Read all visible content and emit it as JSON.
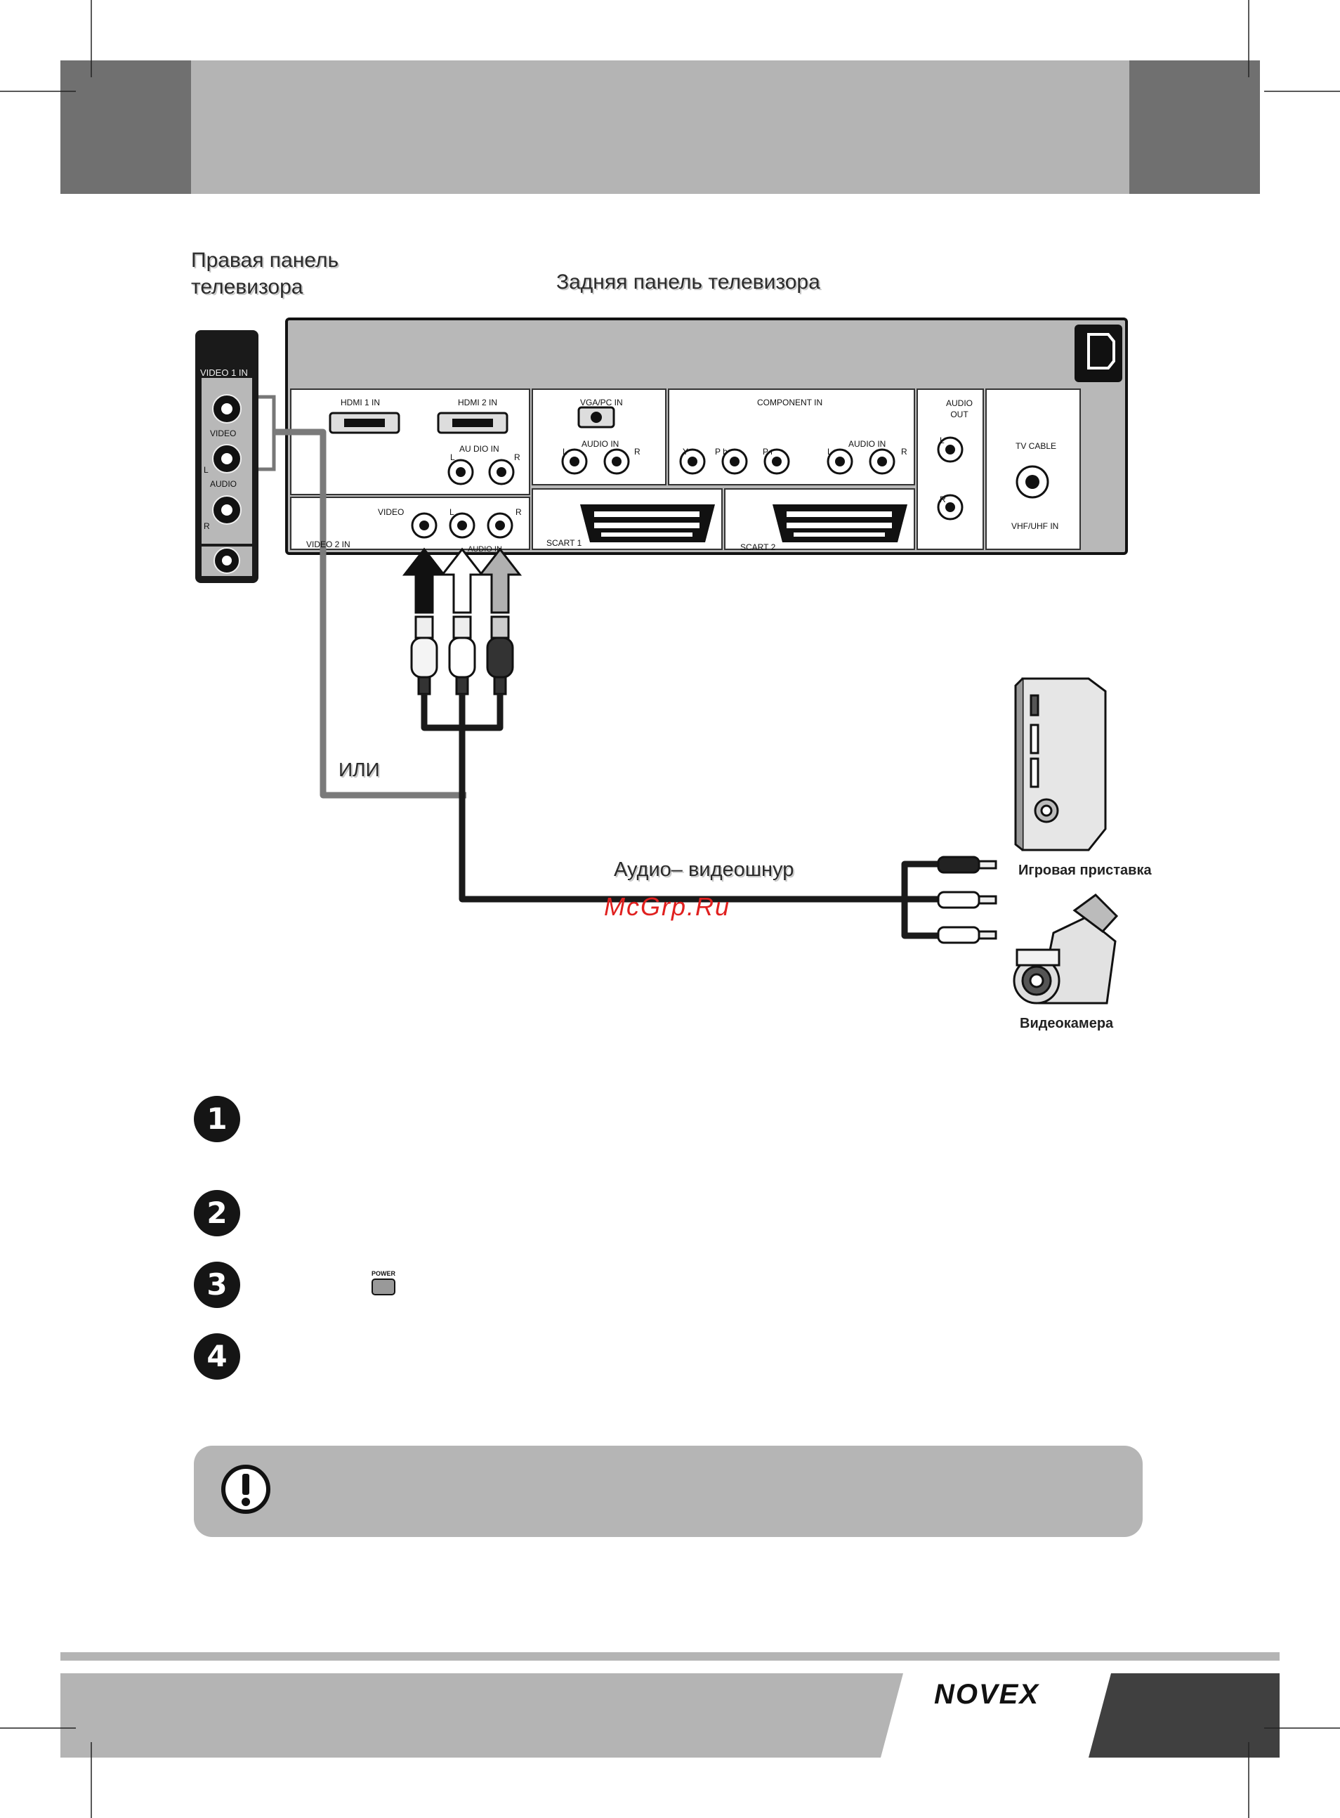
{
  "labels": {
    "right_panel": "Правая панель телевизора",
    "rear_panel": "Задняя панель телевизора",
    "or": "ИЛИ",
    "cable": "Аудио– видеошнур",
    "game_console": "Игровая приставка",
    "camcorder": "Видеокамера"
  },
  "side_panel": {
    "video1in": "VIDEO 1 IN",
    "video": "VIDEO",
    "l": "L",
    "audio": "AUDIO",
    "r": "R"
  },
  "rear_panel": {
    "hdmi1": "HDMI 1 IN",
    "hdmi2": "HDMI 2 IN",
    "audio_in": "AU DIO IN",
    "vga": "VGA/PC IN",
    "vga_audio": "AUDIO IN",
    "component": "COMPONENT IN",
    "comp_y": "Y",
    "comp_pb": "P b",
    "comp_pr": "P r",
    "comp_audio": "AUDIO IN",
    "audio_out": "AUDIO OUT",
    "tv_cable": "TV CABLE",
    "vhf": "VHF/UHF IN",
    "video": "VIDEO",
    "video2": "VIDEO 2 IN",
    "audio_in2": "AUDIO IN",
    "l": "L",
    "r": "R",
    "scart1": "SCART  1",
    "scart2": "SCART 2"
  },
  "steps": [
    "1",
    "2",
    "3",
    "4"
  ],
  "power_label": "POWER",
  "watermark": "McGrp.Ru",
  "brand": "NOVEX",
  "colors": {
    "header_dark": "#707070",
    "header_light": "#b4b4b4",
    "cable": "#1a1a1a",
    "cable_alt": "#7a7a7a",
    "panel": "#b8b8b8",
    "watermark": "#e0201f"
  },
  "icons": [
    "power-button-icon",
    "warning-icon",
    "ac-power-socket-icon",
    "game-console-icon",
    "camcorder-icon"
  ]
}
